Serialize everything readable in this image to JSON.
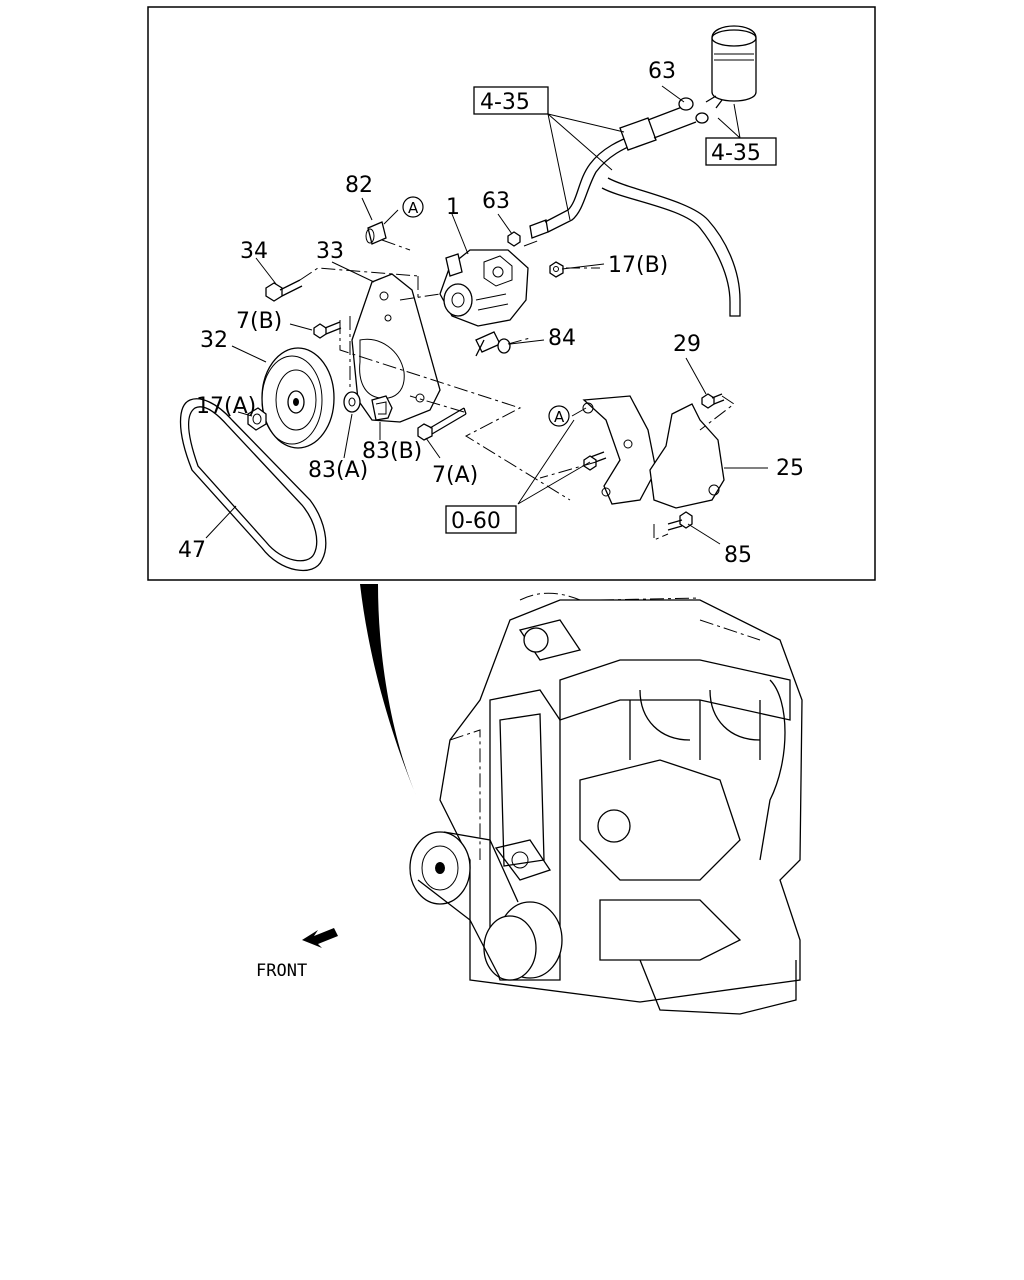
{
  "callouts": {
    "c1": "1",
    "c17a": "17(A)",
    "c17b": "17(B)",
    "c25": "25",
    "c29": "29",
    "c32": "32",
    "c33": "33",
    "c34": "34",
    "c47": "47",
    "c63a": "63",
    "c63b": "63",
    "c7a": "7(A)",
    "c7b": "7(B)",
    "c82": "82",
    "c83a": "83(A)",
    "c83b": "83(B)",
    "c84": "84",
    "c85": "85"
  },
  "references": {
    "r435a": "4-35",
    "r435b": "4-35",
    "r060": "0-60"
  },
  "markers": {
    "a1": "A",
    "a2": "A"
  },
  "front_label": "FRONT"
}
